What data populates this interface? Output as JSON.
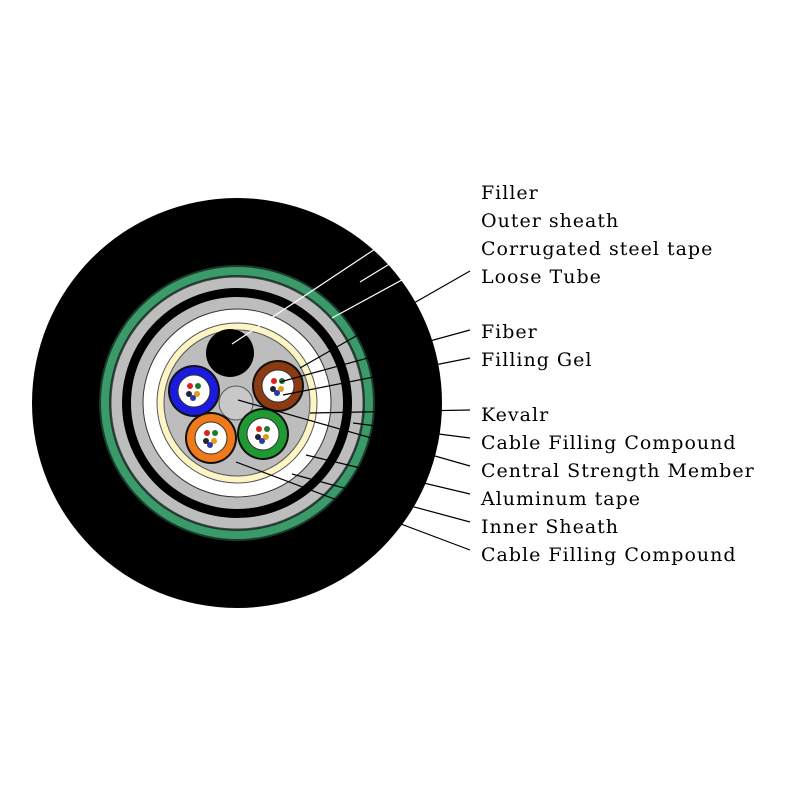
{
  "labels": [
    "Filler",
    "Outer sheath",
    "Corrugated steel tape",
    "Loose Tube",
    "Fiber",
    "Filling Gel",
    "Kevalr",
    "Cable Filling Compound",
    "Central Strength Member",
    "Aluminum tape",
    "Inner Sheath",
    "Cable Filling Compound"
  ],
  "colors": {
    "outer_sheath": "#000000",
    "steel_tape": "#3a9a6a",
    "filling_compound": "#bdbdbd",
    "aluminum_tape": "#ffffff",
    "kevlar": "#fdf5c4",
    "tube_blue": "#1a1ae0",
    "tube_brown": "#8b3a12",
    "tube_orange": "#f07a1a",
    "tube_green": "#1f9a32",
    "filler": "#000000",
    "strength_member": "#c8c8c8"
  }
}
